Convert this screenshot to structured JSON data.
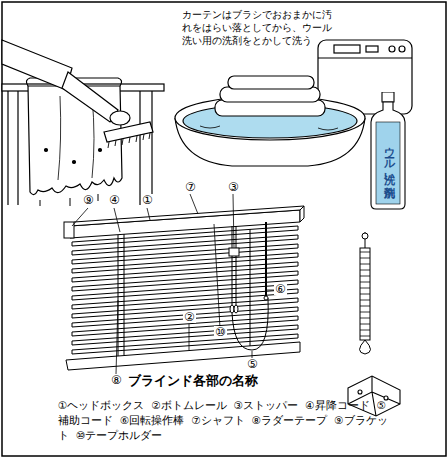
{
  "diagram": {
    "title": "ブラインド各部の名称",
    "nodes": [
      {
        "text": [
          "ウール洗い洗剤"
        ]
      }
    ],
    "labels": [
      "カーテンはブラシでおおまかに汚 れをはらい落としてから、ウール 洗い用の洗剤をとかして洗う",
      "⑨",
      "④",
      "①",
      "⑦",
      "③",
      "⑥",
      "②",
      "⑩",
      "⑤",
      "⑧",
      "①ヘッドボックス",
      "②ボトムレール",
      "③ストッパー",
      "④昇降コード",
      "⑤補助コード",
      "⑥回転操作棒",
      "⑦シャフト",
      "⑧ラダーテープ",
      "⑨ブラケット",
      "⑩テープホルダー"
    ]
  }
}
